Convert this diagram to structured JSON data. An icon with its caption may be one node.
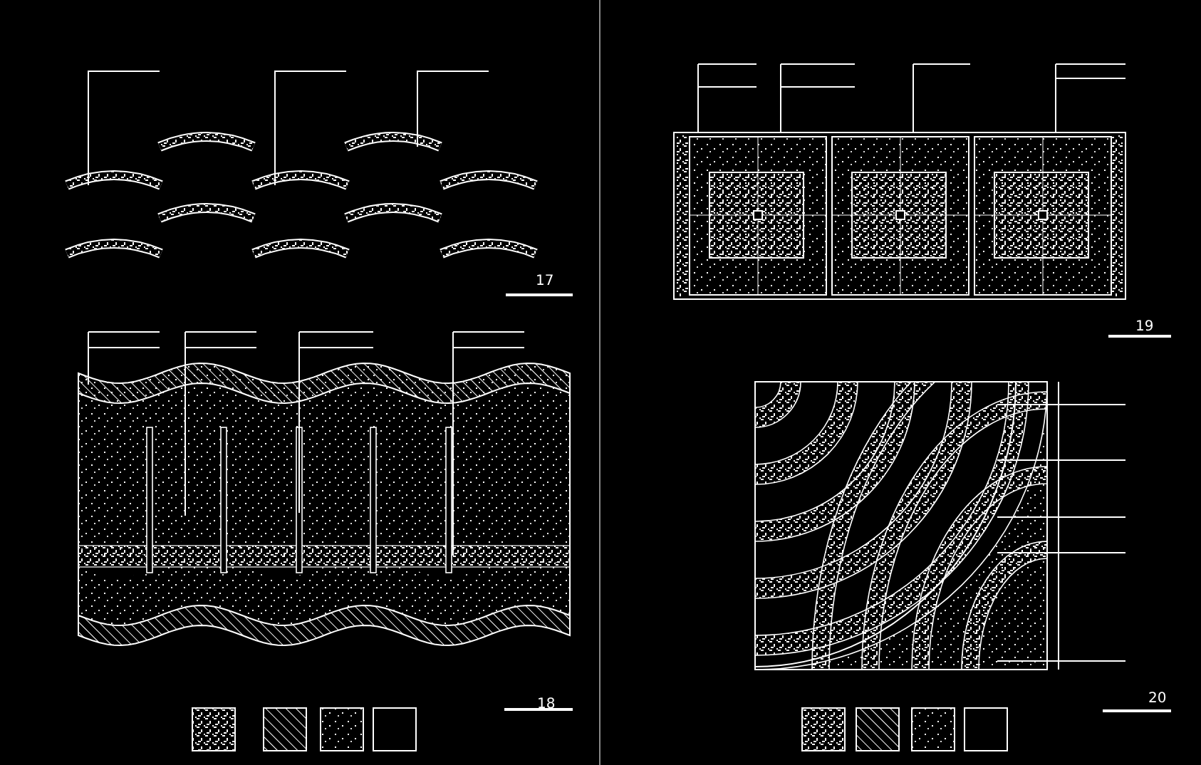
{
  "diagram": {
    "labels": [
      "17",
      "19",
      "18",
      "20"
    ]
  }
}
